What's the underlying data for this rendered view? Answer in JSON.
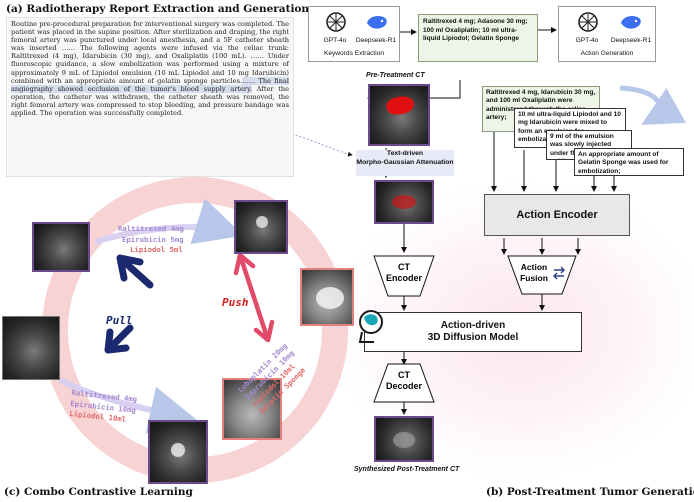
{
  "section_a": {
    "title": "(a) Radiotherapy Report Extraction and Generation",
    "report_text": "Routine pre-procedural preparation for interventional surgery was completed. The patient was placed in the supine position. After sterilization and draping, the right femoral artery was punctured under local anesthesia, and a 5F catheter sheath was inserted …… The following agents were infused via the celiac trunk: Raltitrexed (4 mg), Idarubicin (30 mg), and Oxaliplatin (100 mL). …… Under fluoroscopic guidance, a slow embolization was performed using a mixture of approximately 9 mL of Lipiodol emulsion (10 mL Lipiodol and 10 mg Idarubicin) combined with an appropriate amount of gelatin sponge particles.",
    "report_highlight": "…… The final angiography showed occlusion of the tumor's blood supply artery.",
    "report_tail": " After the operation, the catheter was withdrawn, the catheter sheath was removed, the right femoral artery was compressed to stop bleeding, and pressure bandage was applied. The operation was successfully completed."
  },
  "keywords_extraction": {
    "models": [
      "GPT-4o",
      "Deepseek-R1"
    ],
    "label": "Keywords Extraction"
  },
  "keywords_box": "Raltitrexed 4 mg; Adasone 30 mg; 100 ml Oxaliplatin; 10 ml ultra-liquid Lipiodol; Gelatin Sponge",
  "action_generation": {
    "models": [
      "GPT-4o",
      "Deepseek-R1"
    ],
    "label": "Action Generation"
  },
  "action_sentences": {
    "s1": "Raltitrexed 4 mg, Idarubicin 30 mg, and 100 ml Oxaliplatin were administered through the celiac artery;",
    "s2": "10 ml ultra-liquid Lipiodol and 10 mg Idarubicin were mixed to form an emulsion for embolization;",
    "s3": "9 ml of the emulsion was slowly injected under fluoroscopic guidance;",
    "s4": "An appropriate amount of Gelatin Sponge was used for embolization;"
  },
  "pipeline": {
    "pre_ct_label": "Pre-Treatment CT",
    "attention_label": "Text-driven\nMorpho-Gaussian Attenuation",
    "action_encoder": "Action Encoder",
    "ct_encoder": "CT\nEncoder",
    "action_fusion": "Action\nFusion",
    "diffusion_model": "Action-driven\n3D Diffusion Model",
    "ct_decoder": "CT\nDecoder",
    "post_ct_label": "Synthesized Post-Treatment CT"
  },
  "section_b": {
    "title": "(b) Post-Treatment Tumor Generation"
  },
  "section_c": {
    "title": "(c) Combo Contrastive Learning",
    "pull": "Pull",
    "push": "Push",
    "combo_top": [
      "Raltitrexed 4mg",
      "Epirubicin 5mg",
      "Lipiodol 5ml"
    ],
    "combo_bottom": [
      "Raltitrexed 4mg",
      "Epirubicin 10mg",
      "Lipiodol 10ml"
    ],
    "combo_right": [
      "Lobaplatin 20mg",
      "Idarubicin 10mg",
      "Lipiodol 10ml",
      "Gelatin Sponge"
    ]
  },
  "colors": {
    "ct_border": "#6b4a8e",
    "combo_purple": "#a48ad0",
    "combo_red": "#e06a6a",
    "push_red": "#d62020",
    "pull_navy": "#1b2a6e"
  }
}
